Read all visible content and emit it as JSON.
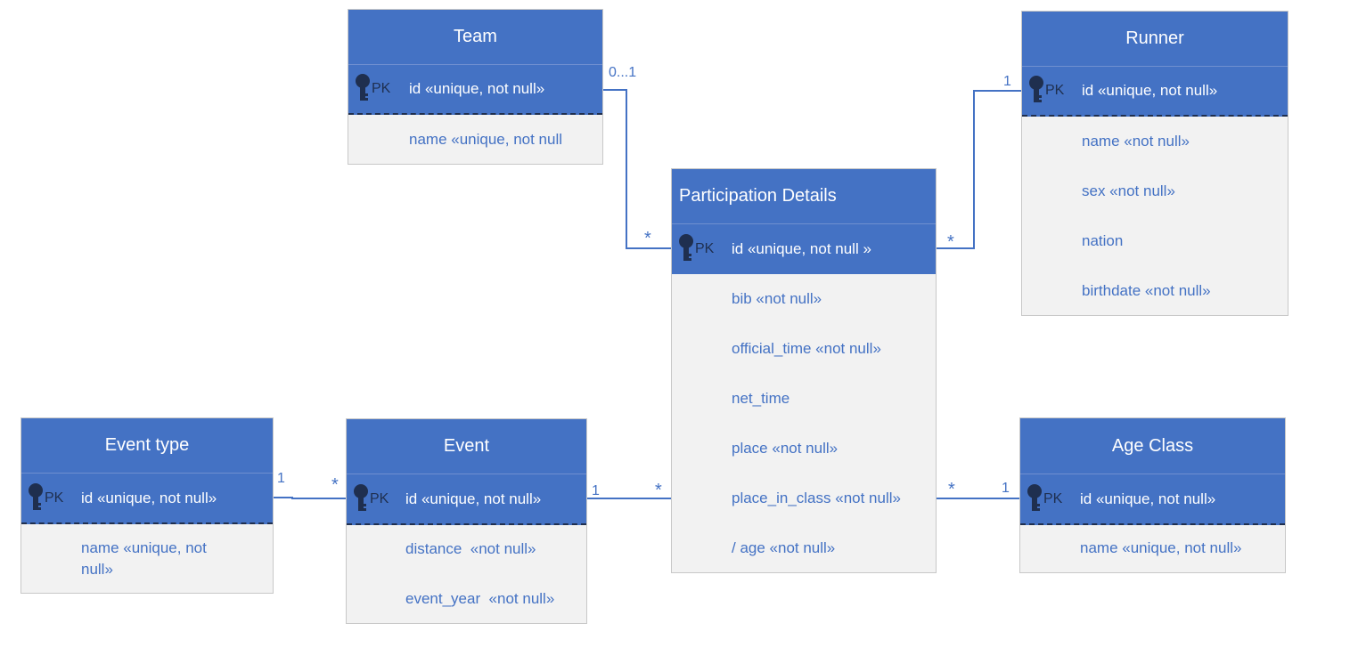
{
  "colors": {
    "header": "#4472c4",
    "body": "#f2f2f2",
    "text": "#4472c4",
    "line": "#4472c4",
    "key_icon": "#1f2f4f"
  },
  "pk_label": "PK",
  "entities": {
    "team": {
      "title": "Team",
      "pk": "id «unique, not null»",
      "attrs": [
        "name «unique, not null"
      ]
    },
    "runner": {
      "title": "Runner",
      "pk": "id «unique, not null»",
      "attrs": [
        "name «not null»",
        "sex «not null»",
        "nation",
        "birthdate «not null»"
      ]
    },
    "participation": {
      "title": "Participation Details",
      "pk": "id «unique, not null »",
      "attrs": [
        "bib «not null»",
        "official_time «not null»",
        "net_time",
        "place «not null»",
        "place_in_class «not null»",
        "/ age «not null»"
      ]
    },
    "event_type": {
      "title": "Event type",
      "pk": "id «unique, not null»",
      "attrs": [
        "name «unique, not null»"
      ]
    },
    "event": {
      "title": "Event",
      "pk": "id «unique, not null»",
      "attrs": [
        "distance  «not null»",
        "event_year  «not null»"
      ]
    },
    "age_class": {
      "title": "Age Class",
      "pk": "id «unique, not null»",
      "attrs": [
        "name «unique, not null»"
      ]
    }
  },
  "relationships": [
    {
      "from": "Team",
      "to": "Participation Details",
      "from_mult": "0...1",
      "to_mult": "*"
    },
    {
      "from": "Runner",
      "to": "Participation Details",
      "from_mult": "1",
      "to_mult": "*"
    },
    {
      "from": "Event type",
      "to": "Event",
      "from_mult": "1",
      "to_mult": "*"
    },
    {
      "from": "Event",
      "to": "Participation Details",
      "from_mult": "1",
      "to_mult": "*"
    },
    {
      "from": "Age Class",
      "to": "Participation Details",
      "from_mult": "1",
      "to_mult": "*"
    }
  ]
}
